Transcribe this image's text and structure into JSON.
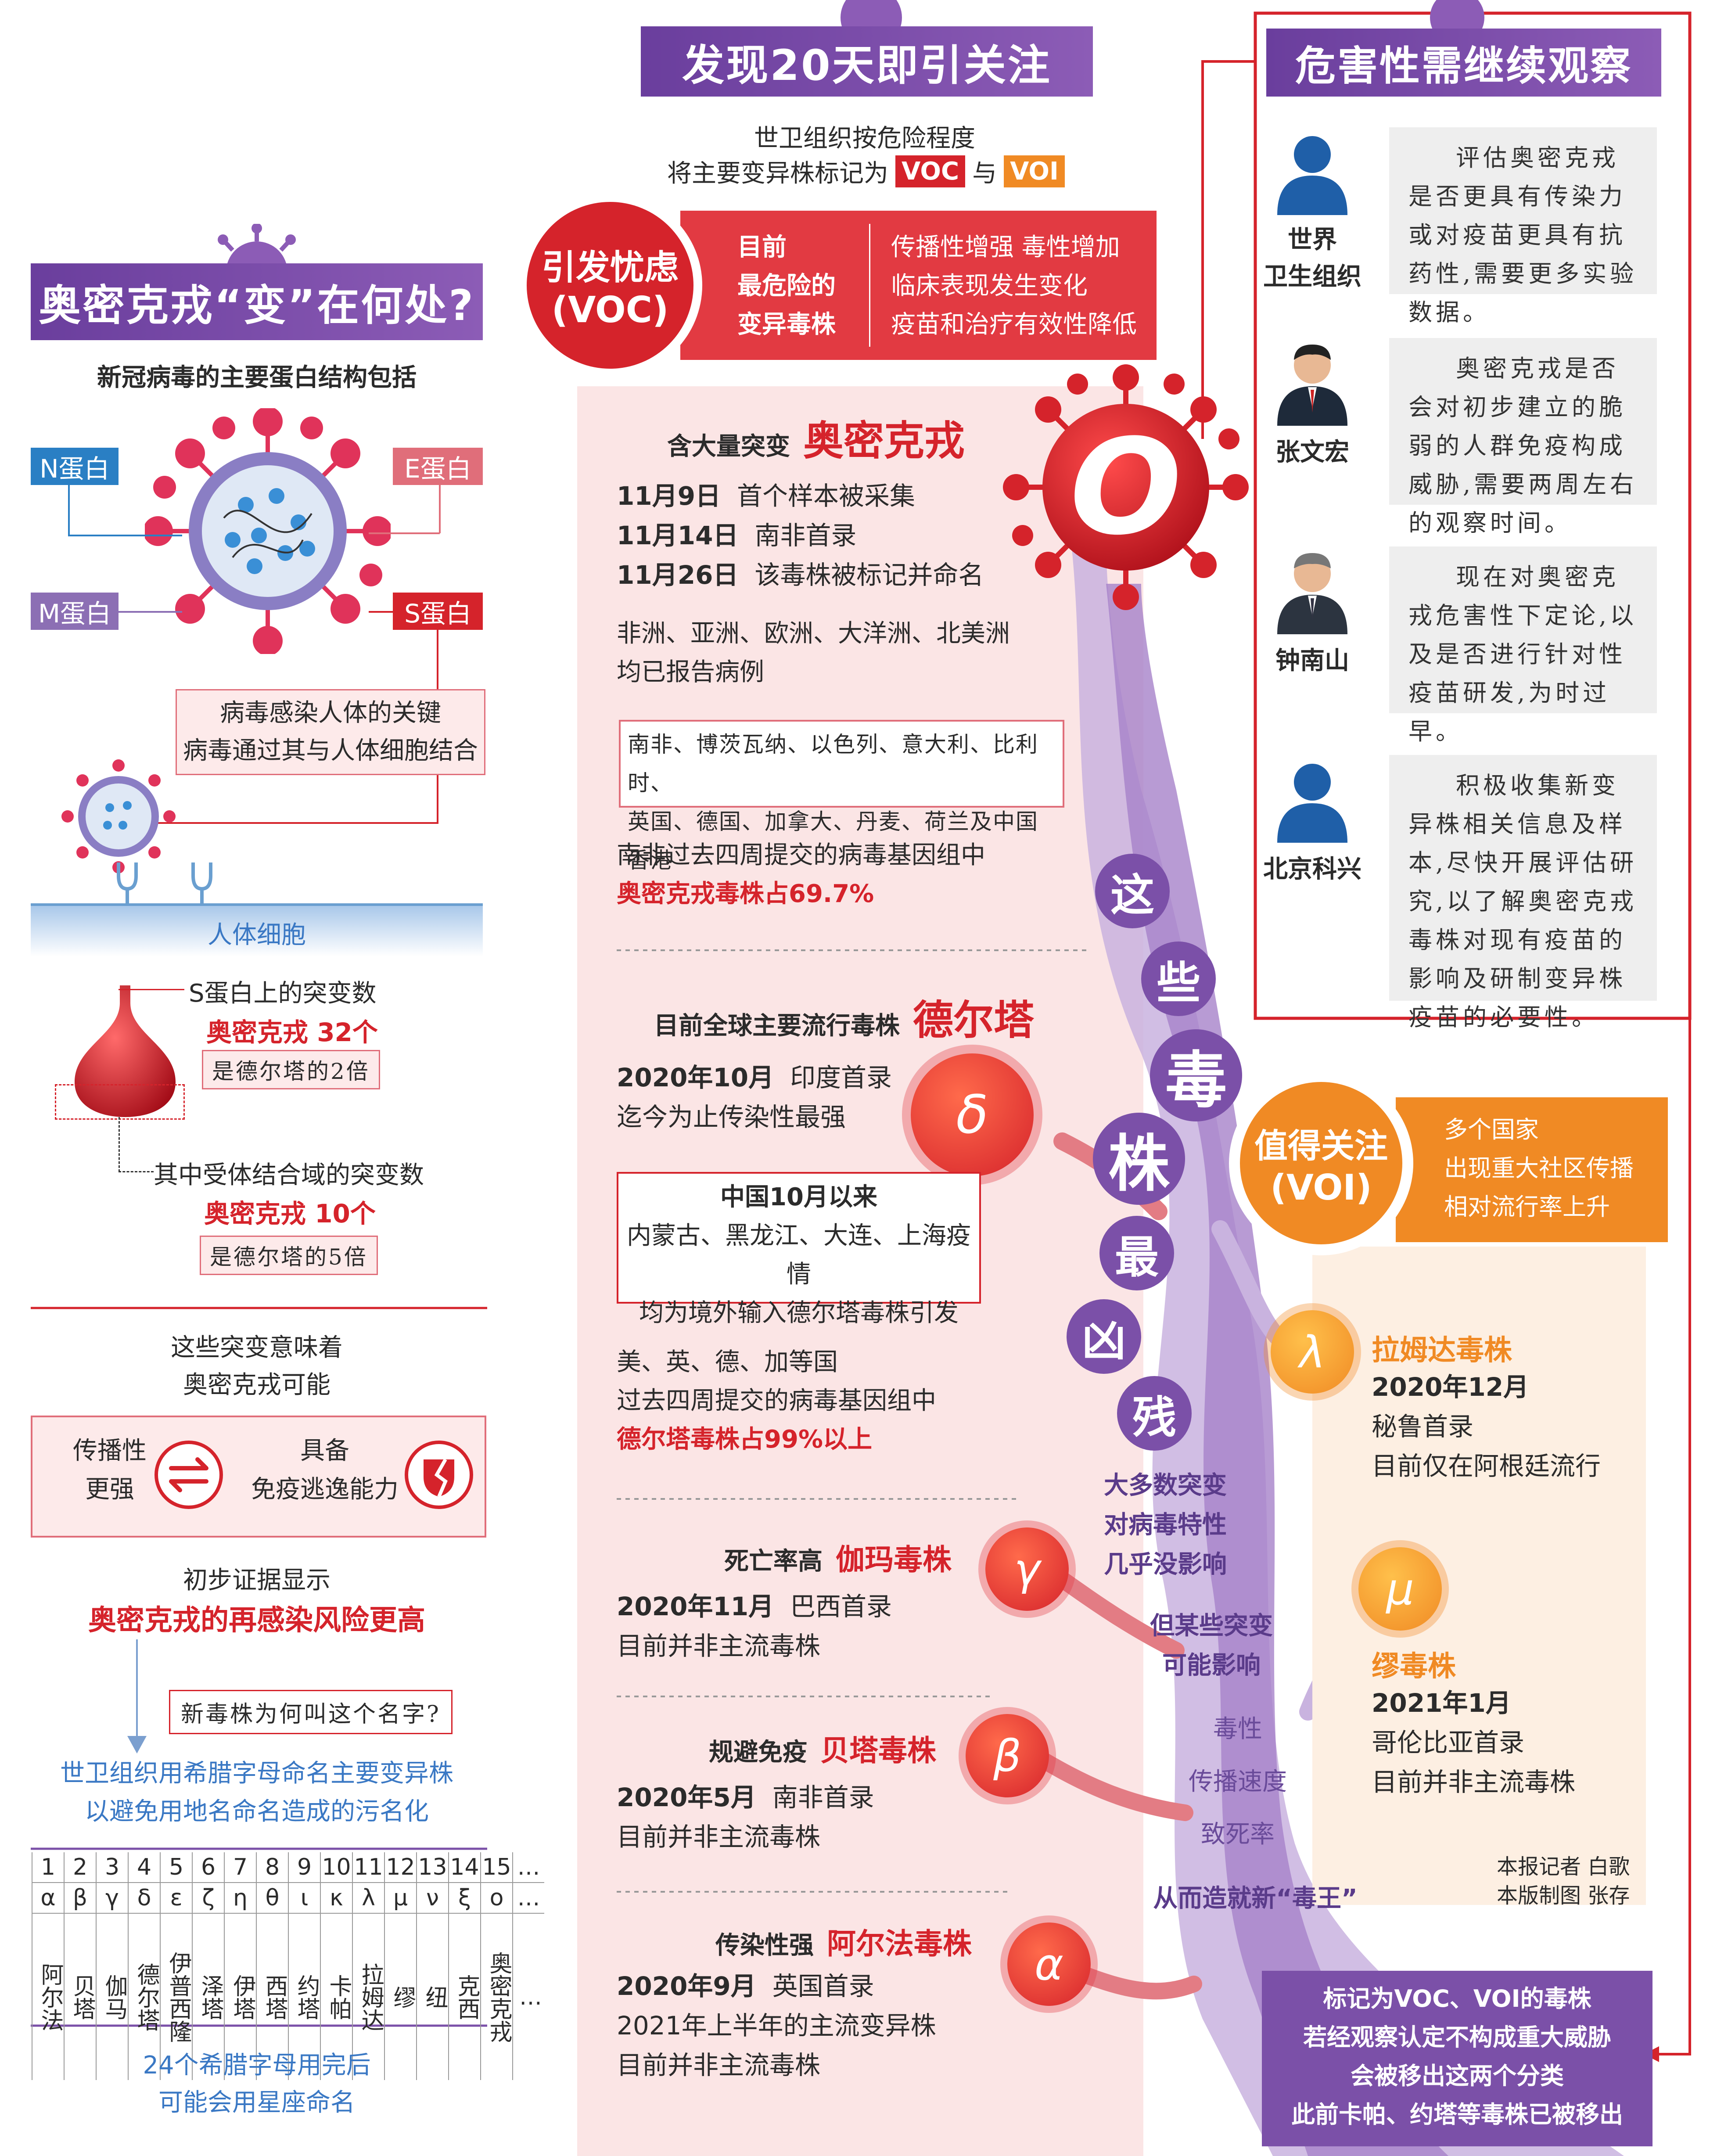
{
  "left": {
    "title": "奥密克戎“变”在何处?",
    "subtitle": "新冠病毒的主要蛋白结构包括",
    "proteins": {
      "n": "N蛋白",
      "e": "E蛋白",
      "m": "M蛋白",
      "s": "S蛋白"
    },
    "key_line1": "病毒感染人体的关键",
    "key_line2": "病毒通过其与人体细胞结合",
    "cell_label": "人体细胞",
    "s_mut_title": "S蛋白上的突变数",
    "s_mut_value": "奥密克戎 32个",
    "s_mut_compare": "是德尔塔的2倍",
    "rbd_title": "其中受体结合域的突变数",
    "rbd_value": "奥密克戎 10个",
    "rbd_compare": "是德尔塔的5倍",
    "meaning_line1": "这些突变意味着",
    "meaning_line2": "奥密克戎可能",
    "trait1_line1": "传播性",
    "trait1_line2": "更强",
    "trait2_line1": "具备",
    "trait2_line2": "免疫逃逸能力",
    "evidence_line1": "初步证据显示",
    "evidence_line2": "奥密克戎的再感染风险更高",
    "name_question": "新毒株为何叫这个名字?",
    "naming_line1": "世卫组织用希腊字母命名主要变异株",
    "naming_line2": "以避免用地名命名造成的污名化",
    "greek_numbers": [
      "1",
      "2",
      "3",
      "4",
      "5",
      "6",
      "7",
      "8",
      "9",
      "10",
      "11",
      "12",
      "13",
      "14",
      "15",
      "…"
    ],
    "greek_letters": [
      "α",
      "β",
      "γ",
      "δ",
      "ε",
      "ζ",
      "η",
      "θ",
      "ι",
      "κ",
      "λ",
      "μ",
      "ν",
      "ξ",
      "ο",
      "…"
    ],
    "greek_names": [
      "阿尔法",
      "贝塔",
      "伽马",
      "德尔塔",
      "伊普西隆",
      "泽塔",
      "伊塔",
      "西塔",
      "约塔",
      "卡帕",
      "拉姆达",
      "缪",
      "纽",
      "克西",
      "奥密克戎",
      "…"
    ],
    "footer_line1": "24个希腊字母用完后",
    "footer_line2": "可能会用星座命名"
  },
  "middle": {
    "title": "发现20天即引关注",
    "intro_line1": "世卫组织按危险程度",
    "intro_line2_pre": "将主要变异株标记为",
    "voc_tag": "VOC",
    "and": "与",
    "voi_tag": "VOI",
    "voc_circle_line1": "引发忧虑",
    "voc_circle_line2": "(VOC)",
    "voc_desc": [
      "目前",
      "最危险的",
      "变异毒株"
    ],
    "voc_traits": [
      "传播性增强  毒性增加",
      "临床表现发生变化",
      "疫苗和治疗有效性降低"
    ],
    "omicron": {
      "pre": "含大量突变",
      "name": "奥密克戎",
      "letter": "O",
      "timeline": [
        {
          "date": "11月9日",
          "text": "首个样本被采集"
        },
        {
          "date": "11月14日",
          "text": "南非首录"
        },
        {
          "date": "11月26日",
          "text": "该毒株被标记并命名"
        }
      ],
      "regions_line1": "非洲、亚洲、欧洲、大洋洲、北美洲",
      "regions_line2": "均已报告病例",
      "countries_line1": "南非、博茨瓦纳、以色列、意大利、比利时、",
      "countries_line2": "英国、德国、加拿大、丹麦、荷兰及中国香港",
      "share_line1": "南非过去四周提交的病毒基因组中",
      "share_line2": "奥密克戎毒株占69.7%"
    },
    "delta": {
      "pre": "目前全球主要流行毒株",
      "name": "德尔塔",
      "letter": "δ",
      "date": "2020年10月",
      "date_text": "印度首录",
      "note": "迄今为止传染性最强",
      "china_title": "中国10月以来",
      "china_line1": "内蒙古、黑龙江、大连、上海疫情",
      "china_line2": "均为境外输入德尔塔毒株引发",
      "share_line1": "美、英、德、加等国",
      "share_line2": "过去四周提交的病毒基因组中",
      "share_line3": "德尔塔毒株占99%以上"
    },
    "gamma": {
      "pre": "死亡率高",
      "name": "伽玛毒株",
      "letter": "γ",
      "date": "2020年11月",
      "date_text": "巴西首录",
      "note": "目前并非主流毒株"
    },
    "beta": {
      "pre": "规避免疫",
      "name": "贝塔毒株",
      "letter": "β",
      "date": "2020年5月",
      "date_text": "南非首录",
      "note": "目前并非主流毒株"
    },
    "alpha": {
      "pre": "传染性强",
      "name": "阿尔法毒株",
      "letter": "α",
      "date": "2020年9月",
      "date_text": "英国首录",
      "note1": "2021年上半年的主流变异株",
      "note2": "目前并非主流毒株"
    },
    "vertical_chars": [
      "这",
      "些",
      "毒",
      "株",
      "最",
      "凶",
      "残"
    ],
    "mutation_line1": "大多数突变",
    "mutation_line2": "对病毒特性",
    "mutation_line3": "几乎没影响",
    "some_line1": "但某些突变",
    "some_line2": "可能影响",
    "effects": [
      "毒性",
      "传播速度",
      "致死率"
    ],
    "king": "从而造就新“毒王”"
  },
  "right": {
    "title": "危害性需继续观察",
    "experts": [
      {
        "name_line1": "世界",
        "name_line2": "卫生组织",
        "quote": "评估奥密克戎是否更具有传染力或对疫苗更具有抗药性,需要更多实验数据。"
      },
      {
        "name_line1": "张文宏",
        "name_line2": "",
        "quote": "奥密克戎是否会对初步建立的脆弱的人群免疫构成威胁,需要两周左右的观察时间。"
      },
      {
        "name_line1": "钟南山",
        "name_line2": "",
        "quote": "现在对奥密克戎危害性下定论,以及是否进行针对性疫苗研发,为时过早。"
      },
      {
        "name_line1": "北京科兴",
        "name_line2": "",
        "quote": "积极收集新变异株相关信息及样本,尽快开展评估研究,以了解奥密克戎毒株对现有疫苗的影响及研制变异株疫苗的必要性。"
      }
    ],
    "voi_circle_line1": "值得关注",
    "voi_circle_line2": "(VOI)",
    "voi_desc": [
      "多个国家",
      "出现重大社区传播",
      "相对流行率上升"
    ],
    "lambda": {
      "name": "拉姆达毒株",
      "letter": "λ",
      "date": "2020年12月",
      "line1": "秘鲁首录",
      "line2": "目前仅在阿根廷流行"
    },
    "mu": {
      "name": "缪毒株",
      "letter": "μ",
      "date": "2021年1月",
      "line1": "哥伦比亚首录",
      "line2": "目前并非主流毒株"
    },
    "credit_line1": "本报记者  白歌",
    "credit_line2": "本版制图  张存",
    "bottom_line1": "标记为VOC、VOI的毒株",
    "bottom_line2": "若经观察认定不构成重大威胁",
    "bottom_line3": "会被移出这两个分类",
    "bottom_line4": "此前卡帕、约塔等毒株已被移出"
  },
  "colors": {
    "purple": "#7b50a8",
    "red": "#d5232b",
    "orange": "#f08a24",
    "pink_bg": "#fbe3e3"
  }
}
